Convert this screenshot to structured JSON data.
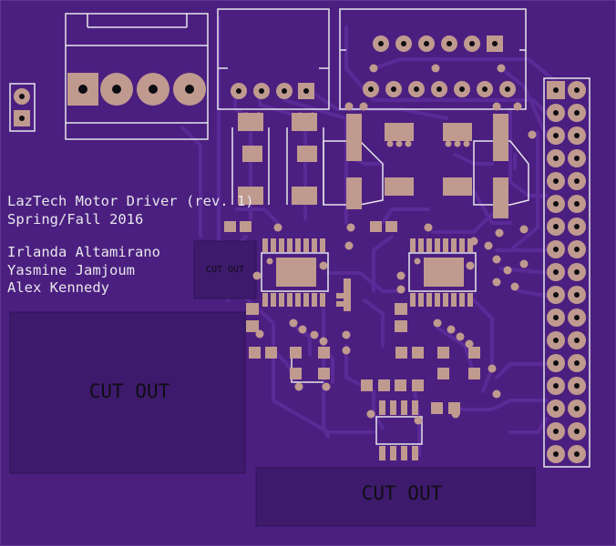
{
  "board": {
    "title_line1": "LazTech Motor Driver (rev. 1)",
    "title_line2": "Spring/Fall 2016",
    "authors": [
      "Irlanda Altamirano",
      "Yasmine Jamjoum",
      "Alex Kennedy"
    ],
    "cutouts": {
      "small": "CUT OUT",
      "left": "CUT OUT",
      "bottom": "CUT OUT"
    }
  },
  "colors": {
    "board": "#4b1f80",
    "trace": "#5a2a97",
    "copper": "#c09a8f",
    "silkscreen": "#e6e6ea",
    "drill": "#0d0d12",
    "cutout": "#3e1a6c"
  }
}
